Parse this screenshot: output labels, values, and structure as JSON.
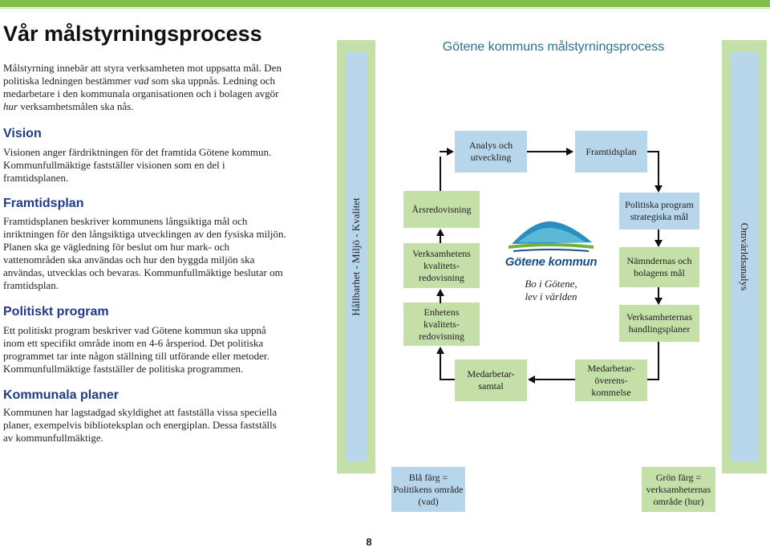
{
  "page": {
    "title": "Vår målstyrningsprocess",
    "intro_parts": [
      "Målstyrning innebär att styra verksamheten mot uppsatta mål. Den politiska ledningen bestämmer ",
      "vad",
      " som ska uppnås. Ledning och medarbetare i den kommunala organisationen och i bolagen avgör ",
      "hur",
      " verksamhetsmålen ska nås."
    ],
    "page_number": "8"
  },
  "sections": {
    "vision": {
      "heading": "Vision",
      "text": "Visionen anger färdriktningen för det framtida Götene kommun. Kommunfullmäktige fastställer visionen som en del i framtidsplanen."
    },
    "framtidsplan": {
      "heading": "Framtidsplan",
      "text": "Framtidsplanen beskriver kommunens långsiktiga mål och inriktningen för den långsiktiga utvecklingen av den fysiska miljön. Planen ska ge vägledning för beslut om hur mark- och vattenområden ska användas och hur den byggda miljön ska användas, utvecklas och bevaras. Kommunfullmäktige beslutar om framtidsplan."
    },
    "politiskt": {
      "heading": "Politiskt program",
      "text": "Ett politiskt program beskriver vad Götene kommun ska uppnå inom ett specifikt område inom en 4-6 årsperiod. Det politiska programmet tar inte någon ställning till utförande eller metoder. Kommunfullmäktige fastställer de politiska programmen."
    },
    "kommunala": {
      "heading": "Kommunala planer",
      "text": "Kommunen har lagstadgad skyldighet att fastställa vissa speciella planer, exempelvis biblioteksplan och energiplan. Dessa fastställs av kommunfullmäktige."
    }
  },
  "diagram": {
    "title": "Götene kommuns målstyrningsprocess",
    "left_bar_label": "Hållbarhet - Miljö - Kvalitet",
    "right_bar_label": "Omvärldsanalys",
    "boxes": {
      "analys": "Analys och utveckling",
      "framtidsplan": "Framtidsplan",
      "arsredovisning": "Årsredovisning",
      "verksamhetens": "Verksamhetens kvalitets-redovisning",
      "enhetens": "Enhetens kvalitets-redovisning",
      "medarbetarsamtal": "Medarbetar-samtal",
      "politiska_program": "Politiska program strategiska mål",
      "namndernas": "Nämndernas och bolagens mål",
      "verksamheternas": "Verksamheternas handlingsplaner",
      "medarbetaroverens": "Medarbetar-överens-kommelse"
    },
    "logo": {
      "name": "Götene kommun",
      "tagline_1": "Bo i Götene,",
      "tagline_2": "lev i världen"
    },
    "legend": {
      "blue": "Blå färg = Politikens område (vad)",
      "green": "Grön färg = verksamheternas område (hur)"
    },
    "colors": {
      "blue": "#b7d6ec",
      "green": "#c5dfa8",
      "accent": "#7fbf4a"
    }
  }
}
